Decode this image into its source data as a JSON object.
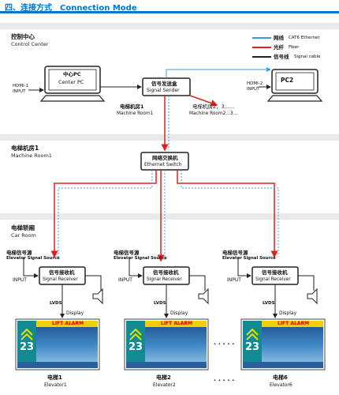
{
  "header": {
    "title": "四、连接方式　Connection Mode"
  },
  "legend": [
    {
      "zh": "网线",
      "en": "CAT6 Ethernet",
      "color": "#3b9ce0"
    },
    {
      "zh": "光纤",
      "en": "Fiber",
      "color": "#e02020"
    },
    {
      "zh": "信号线",
      "en": "Signal cable",
      "color": "#222222"
    }
  ],
  "sections": {
    "control": {
      "zh": "控制中心",
      "en": "Control Center"
    },
    "machine": {
      "zh": "电梯机房1",
      "en": "Machine Room1"
    },
    "car": {
      "zh": "电梯轿厢",
      "en": "Car Room"
    }
  },
  "control": {
    "center_pc": {
      "zh": "中心PC",
      "en": "Center PC"
    },
    "pc2": "PC2",
    "hdmi_left": {
      "line1": "HDMI-1",
      "line2": "INPUT"
    },
    "hdmi_right": {
      "line1": "HDMI-2",
      "line2": "INPUT"
    },
    "sender": {
      "zh": "信号发送盒",
      "en": "Signal Sender"
    },
    "mr1": {
      "zh": "电梯机房1",
      "en": "Machine Room1"
    },
    "mr_more": {
      "zh": "电梯机房2，3......",
      "en": "Machine Room2...3..."
    }
  },
  "machine": {
    "switch": {
      "zh": "网络交换机",
      "en": "Ethernet Switch"
    }
  },
  "elevators": [
    {
      "source_zh": "电梯信号源",
      "source_en": "Elevator Signal Source",
      "input": "INPUT",
      "receiver_zh": "信号接收机",
      "receiver_en": "Signal Receiver",
      "lvds": "LVDS",
      "display": "Display",
      "alarm": "LIFT ALARM",
      "floor": "23",
      "name_zh": "电梯1",
      "name_en": "Elevator1"
    },
    {
      "source_zh": "电梯信号源",
      "source_en": "Elevator Signal Source",
      "input": "INPUT",
      "receiver_zh": "信号接收机",
      "receiver_en": "Signal Receiver",
      "lvds": "LVDS",
      "display": "Display",
      "alarm": "LIFT ALARM",
      "floor": "23",
      "name_zh": "电梯2",
      "name_en": "Elevator2"
    },
    {
      "source_zh": "电梯信号源",
      "source_en": "Elevator Signal Source",
      "input": "INPUT",
      "receiver_zh": "信号接收机",
      "receiver_en": "Signal Receiver",
      "lvds": "LVDS",
      "display": "Display",
      "alarm": "LIFT ALARM",
      "floor": "23",
      "name_zh": "电梯6",
      "name_en": "Elevator6"
    }
  ],
  "ellipsis": "· · · · ·",
  "colors": {
    "accent": "#0078c8",
    "ethernet": "#3b9ce0",
    "fiber": "#e02020",
    "cable": "#222222"
  }
}
